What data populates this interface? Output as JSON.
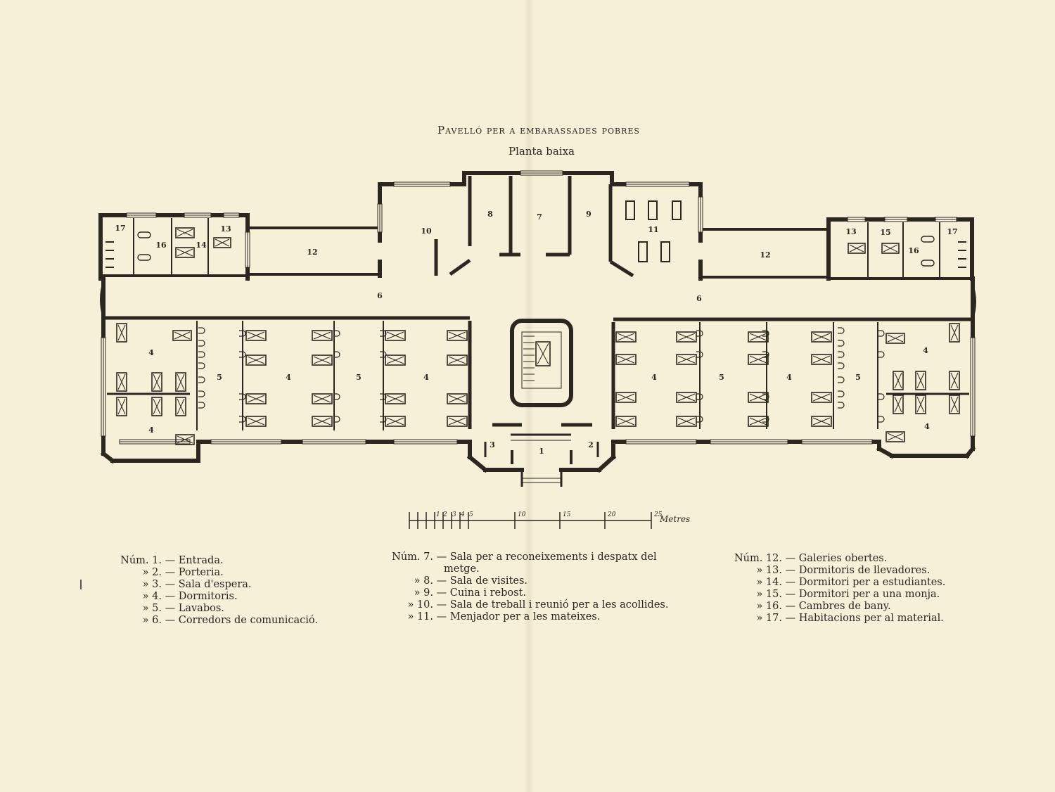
{
  "header": {
    "title": "Pavelló per a embarassades pobres",
    "subtitle": "Planta baixa"
  },
  "plan": {
    "room_labels": [
      "1",
      "2",
      "3",
      "4",
      "5",
      "6",
      "7",
      "8",
      "9",
      "10",
      "11",
      "12",
      "13",
      "14",
      "15",
      "16",
      "17"
    ]
  },
  "scale_bar": {
    "ticks": [
      "1",
      "2",
      "3",
      "4",
      "5",
      "10",
      "15",
      "20",
      "25"
    ],
    "unit": "Metres"
  },
  "legend": {
    "col1": [
      {
        "prefix": "Núm. 1.",
        "text": "— Entrada."
      },
      {
        "prefix": "» 2.",
        "text": "— Porteria."
      },
      {
        "prefix": "» 3.",
        "text": "— Sala d'espera."
      },
      {
        "prefix": "» 4.",
        "text": "— Dormitoris."
      },
      {
        "prefix": "» 5.",
        "text": "— Lavabos."
      },
      {
        "prefix": "» 6.",
        "text": "— Corredors de comunicació."
      }
    ],
    "col2": [
      {
        "prefix": "Núm. 7.",
        "text": "— Sala per a reconeixements i despatx del",
        "cont": "metge."
      },
      {
        "prefix": "» 8.",
        "text": "— Sala de visites."
      },
      {
        "prefix": "» 9.",
        "text": "— Cuina i rebost."
      },
      {
        "prefix": "» 10.",
        "text": "— Sala de treball i reunió per a les acollides."
      },
      {
        "prefix": "» 11.",
        "text": "— Menjador per a les mateixes."
      }
    ],
    "col3": [
      {
        "prefix": "Núm. 12.",
        "text": "— Galeries obertes."
      },
      {
        "prefix": "» 13.",
        "text": "— Dormitoris de llevadores."
      },
      {
        "prefix": "» 14.",
        "text": "— Dormitori per a estudiantes."
      },
      {
        "prefix": "» 15.",
        "text": "— Dormitori per a una monja."
      },
      {
        "prefix": "» 16.",
        "text": "— Cambres de bany."
      },
      {
        "prefix": "» 17.",
        "text": "— Habitacions per al material."
      }
    ]
  }
}
